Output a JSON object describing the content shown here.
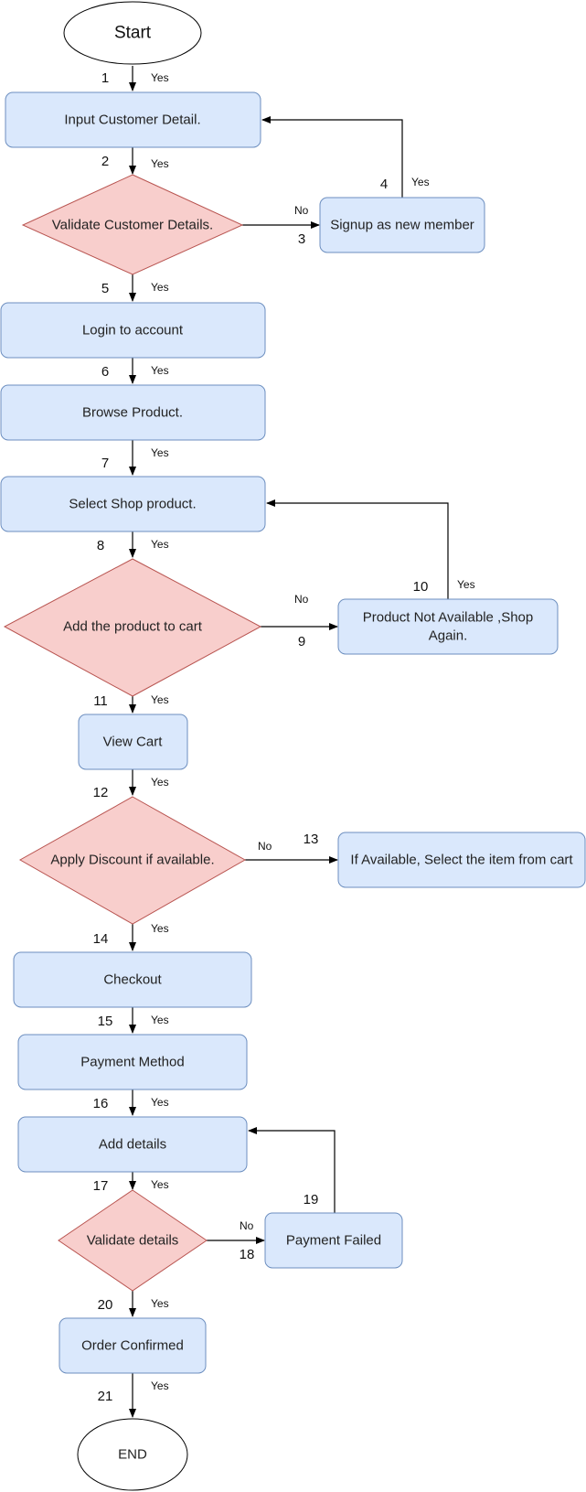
{
  "colors": {
    "process_fill": "#dae8fc",
    "process_stroke": "#6c8ebf",
    "decision_fill": "#f8cecc",
    "decision_stroke": "#b85450",
    "line": "#000000"
  },
  "nodes": {
    "start": "Start",
    "input_customer": "Input Customer Detail.",
    "validate_customer": "Validate Customer Details.",
    "signup": "Signup as new member",
    "login": "Login to account",
    "browse": "Browse Product.",
    "select_shop": "Select Shop product.",
    "add_cart": "Add the product to cart",
    "not_available_1": "Product Not Available ,Shop",
    "not_available_2": "Again.",
    "view_cart": "View Cart",
    "apply_discount": "Apply Discount if available.",
    "select_item": "If Available, Select the item from cart",
    "checkout": "Checkout",
    "payment_method": "Payment Method",
    "add_details": "Add details",
    "validate_details": "Validate details",
    "payment_failed": "Payment Failed",
    "order_confirmed": "Order Confirmed",
    "end": "END"
  },
  "steps": [
    "1",
    "2",
    "3",
    "4",
    "5",
    "6",
    "7",
    "8",
    "9",
    "10",
    "11",
    "12",
    "13",
    "14",
    "15",
    "16",
    "17",
    "18",
    "19",
    "20",
    "21"
  ],
  "labels": {
    "yes": "Yes",
    "no": "No"
  }
}
